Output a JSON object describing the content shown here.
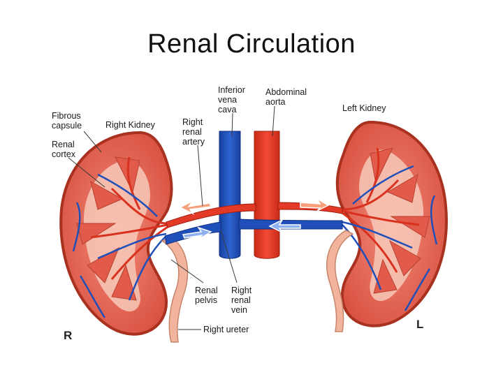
{
  "title": "Renal Circulation",
  "labels": {
    "fibrous_capsule": [
      "Fibrous",
      "capsule"
    ],
    "renal_cortex": [
      "Renal",
      "cortex"
    ],
    "right_kidney": "Right Kidney",
    "right_renal_artery": [
      "Right",
      "renal",
      "artery"
    ],
    "inferior_vena_cava": [
      "Inferior",
      "vena",
      "cava"
    ],
    "abdominal_aorta": [
      "Abdominal",
      "aorta"
    ],
    "left_kidney": "Left Kidney",
    "renal_pelvis": [
      "Renal",
      "pelvis"
    ],
    "right_renal_vein": [
      "Right",
      "renal",
      "vein"
    ],
    "right_ureter": "Right ureter",
    "side_right": "R",
    "side_left": "L"
  },
  "colors": {
    "artery": "#e23a26",
    "vein": "#1f4fb8",
    "cortex": "#e8675a",
    "capsule": "#b8402f",
    "medulla": "#f7c9b8",
    "pelvis": "#f2b49c"
  }
}
